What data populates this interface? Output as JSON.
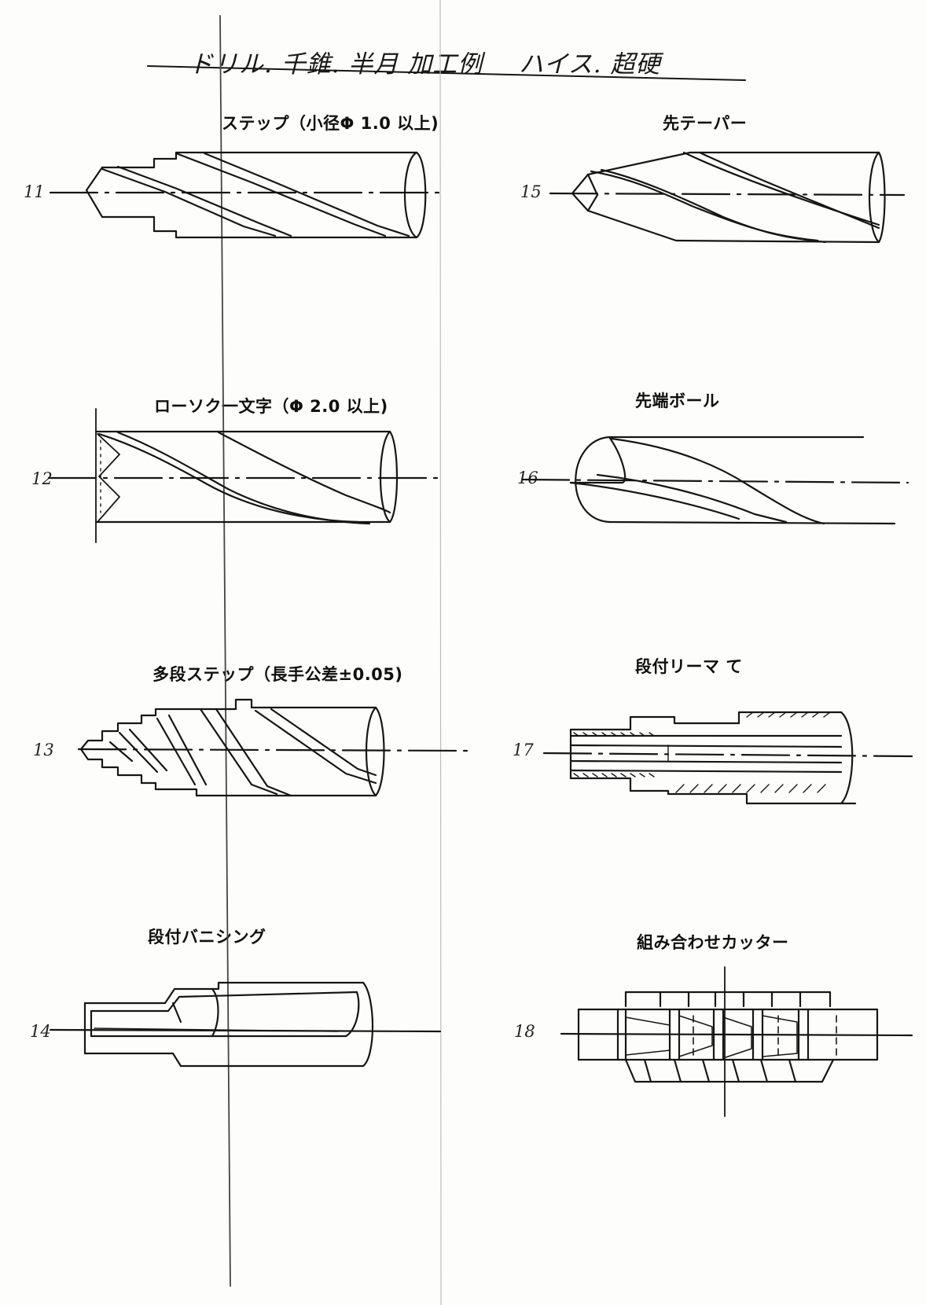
{
  "header": {
    "title_left": "ドリル. 千錐. 半月 加工例",
    "title_right": "ハイス. 超硬"
  },
  "figures": [
    {
      "id": "11",
      "caption": "ステップ（小径Φ 1.0 以上)"
    },
    {
      "id": "15",
      "caption": "先テーパー"
    },
    {
      "id": "12",
      "caption": "ローソク一文字（Φ 2.0 以上)"
    },
    {
      "id": "16",
      "caption": "先端ボール"
    },
    {
      "id": "13",
      "caption": "多段ステップ（長手公差±0.05)"
    },
    {
      "id": "17",
      "caption": "段付リーマ て"
    },
    {
      "id": "14",
      "caption": "段付バニシング"
    },
    {
      "id": "18",
      "caption": "組み合わせカッター"
    }
  ]
}
